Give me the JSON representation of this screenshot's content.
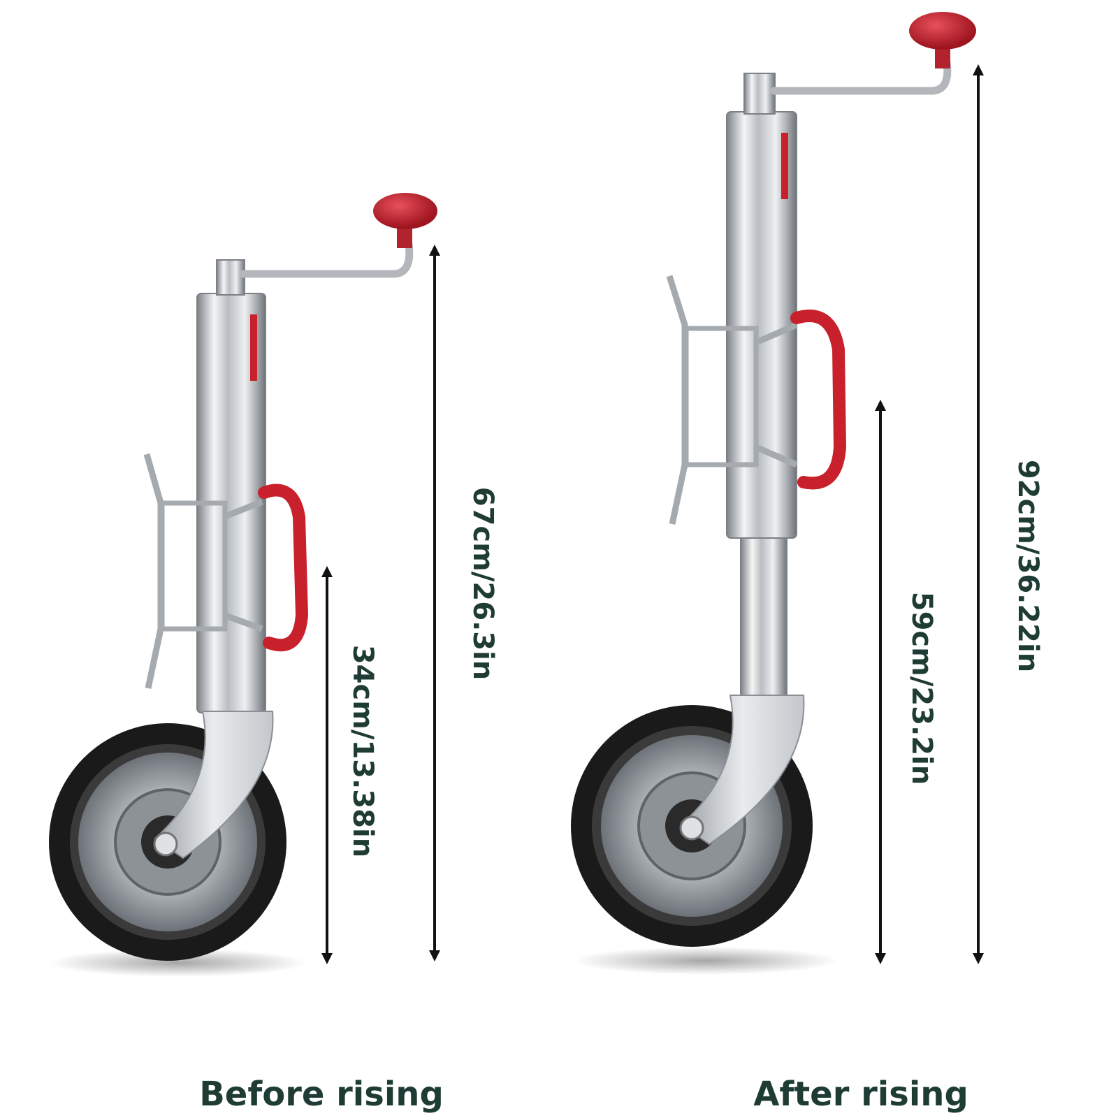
{
  "colors": {
    "text": "#1e3b34",
    "arrow": "#111111",
    "handle_red": "#c8212c",
    "steel": "#c9ccd0",
    "tire": "#1a1a1a"
  },
  "before": {
    "caption": "Before rising",
    "dim_total": "67cm/26.3in",
    "dim_wheel": "34cm/13.38in"
  },
  "after": {
    "caption": "After rising",
    "dim_total": "92cm/36.22in",
    "dim_wheel": "59cm/23.2in"
  }
}
